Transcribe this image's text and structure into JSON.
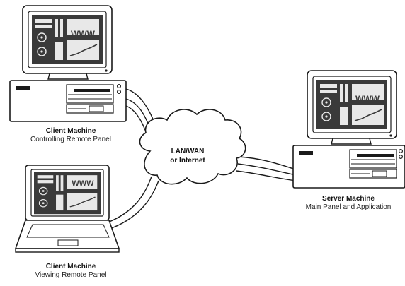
{
  "nodes": {
    "client_controlling": {
      "title": "Client Machine",
      "subtitle": "Controlling Remote Panel"
    },
    "client_viewing": {
      "title": "Client Machine",
      "subtitle": "Viewing Remote Panel"
    },
    "server": {
      "title": "Server Machine",
      "subtitle": "Main Panel and Application"
    },
    "network": {
      "line1": "LAN/WAN",
      "line2": "or Internet"
    }
  },
  "screen_text": "WWW",
  "colors": {
    "line": "#1a1a1a",
    "screen": "#3a3a3a",
    "fill": "#ffffff"
  }
}
